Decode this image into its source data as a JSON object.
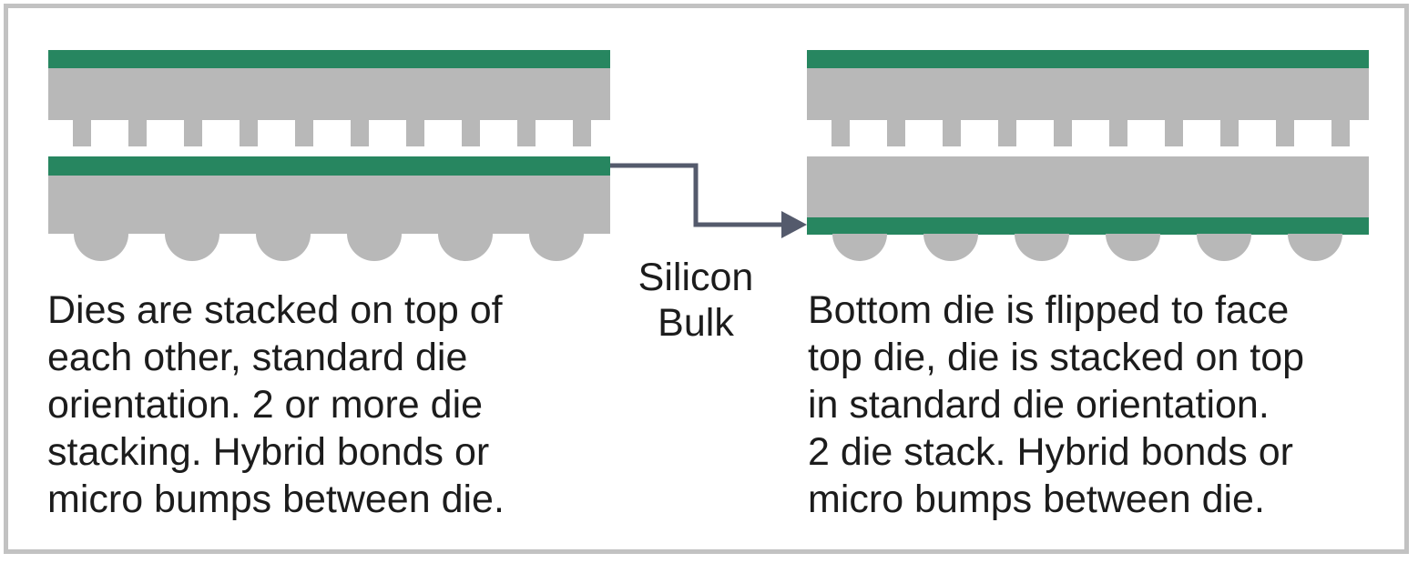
{
  "diagram": {
    "colors": {
      "silicon": "#b8b8b8",
      "active_layer": "#278660",
      "arrow": "#545a6c",
      "text": "#1c1c1c",
      "frame": "#c2c2c2"
    },
    "left_stack": {
      "description": [
        "Dies are stacked on top of",
        "each other, standard die",
        "orientation. 2 or more die",
        "stacking. Hybrid bonds or",
        "micro bumps between die."
      ]
    },
    "right_stack": {
      "description": [
        "Bottom die is flipped to face",
        "top die, die is stacked on top",
        "in standard die orientation.",
        "2 die stack. Hybrid bonds or",
        "micro bumps between die."
      ]
    },
    "callout": {
      "line1": "Silicon",
      "line2": "Bulk"
    }
  }
}
